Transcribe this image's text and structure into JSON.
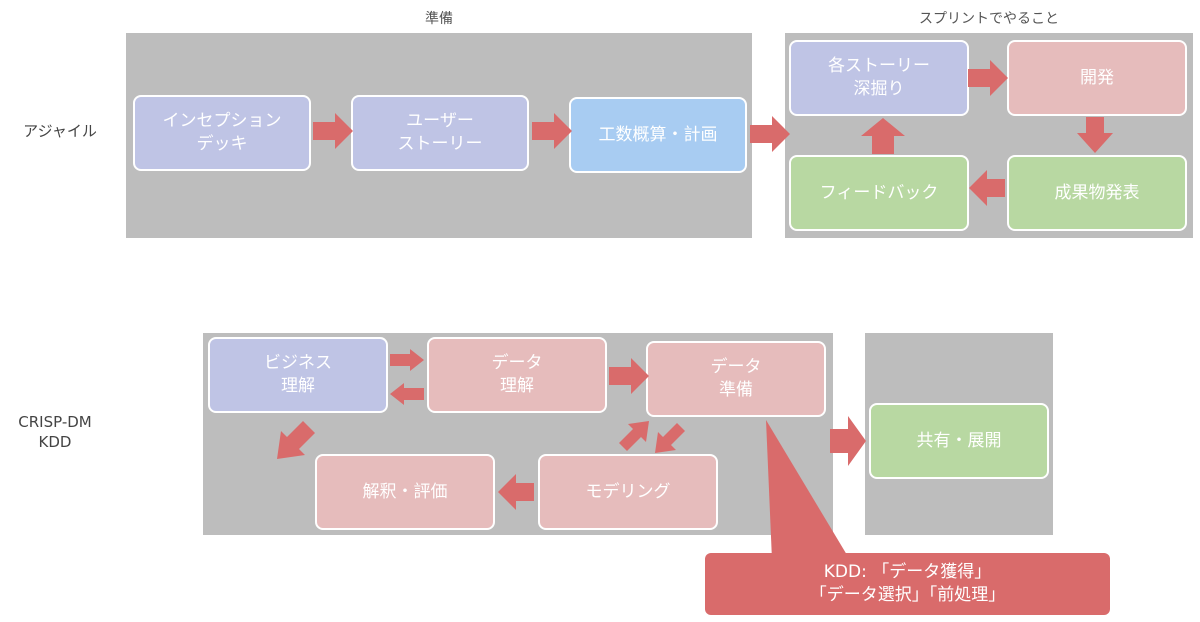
{
  "agile": {
    "row_label": "アジャイル",
    "prep_header": "準備",
    "sprint_header": "スプリントでやること",
    "prep_steps": [
      "インセプション\nデッキ",
      "ユーザー\nストーリー",
      "工数概算・計画"
    ],
    "sprint_steps": [
      "各ストーリー\n深掘り",
      "開発",
      "成果物発表",
      "フィードバック"
    ]
  },
  "crisp": {
    "row_label": "CRISP-DM\nKDD",
    "steps": [
      "ビジネス\n理解",
      "データ\n理解",
      "データ\n準備",
      "モデリング",
      "解釈・評価"
    ],
    "deploy": "共有・展開",
    "callout": "KDD: 「データ獲得」\n「データ選択」「前処理」"
  },
  "colors": {
    "panel": "#bdbdbd",
    "arrow": "#d96b6b",
    "purple": "#bfc4e5",
    "pink": "#e6bcbc",
    "blue": "#a8ccf2",
    "green": "#b8d8a2"
  }
}
